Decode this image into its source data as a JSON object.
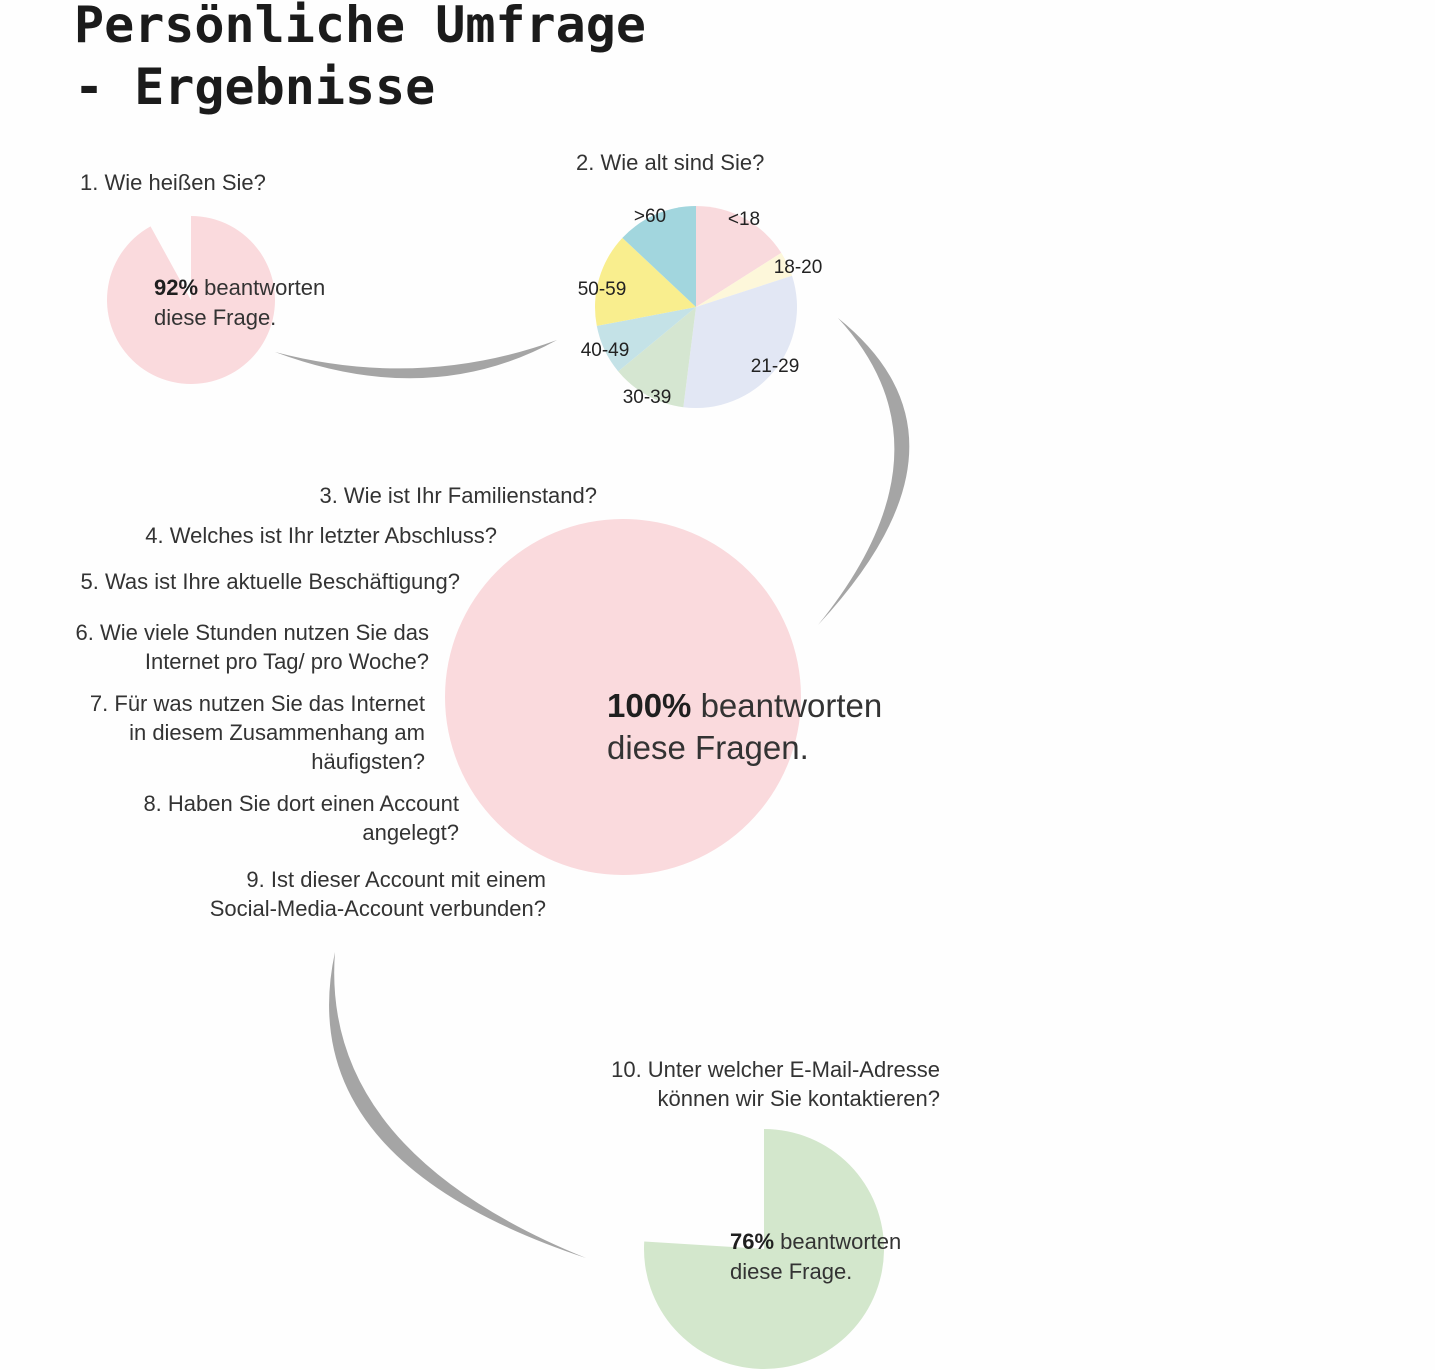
{
  "title": {
    "line1": "Persönliche Umfrage",
    "line2": "- Ergebnisse"
  },
  "questions": {
    "q1": "1. Wie heißen Sie?",
    "q2": "2. Wie alt sind Sie?",
    "q3": "3. Wie ist Ihr Familienstand?",
    "q4": "4. Welches ist Ihr letzter Abschluss?",
    "q5": "5. Was ist Ihre aktuelle Beschäftigung?",
    "q6_l1": "6. Wie viele Stunden nutzen Sie das",
    "q6_l2": "Internet pro Tag/ pro Woche?",
    "q7_l1": "7. Für was nutzen Sie das Internet",
    "q7_l2": "in diesem Zusammenhang am",
    "q7_l3": "häufigsten?",
    "q8_l1": "8. Haben Sie dort einen Account",
    "q8_l2": "angelegt?",
    "q9_l1": "9. Ist dieser Account mit einem",
    "q9_l2": "Social-Media-Account verbunden?",
    "q10_l1": "10. Unter welcher E-Mail-Adresse",
    "q10_l2": "können wir Sie kontaktieren?"
  },
  "answers": {
    "a1_pct": "92%",
    "a1_rest1": " beantworten",
    "a1_rest2": "diese Frage.",
    "a2_pct": "100%",
    "a2_rest1": " beantworten",
    "a2_rest2": "diese Fragen.",
    "a3_pct": "76%",
    "a3_rest1": " beantworten",
    "a3_rest2": "diese Frage."
  },
  "colors": {
    "pink": "#fadadd",
    "green": "#d3e7cc",
    "arrow": "#a5a5a5"
  },
  "chart_data": [
    {
      "type": "pie",
      "title": "1. Wie heißen Sie?",
      "values": [
        92,
        8
      ],
      "categories": [
        "beantworten",
        ""
      ],
      "colors": [
        "#fadadd",
        "#fefefe"
      ]
    },
    {
      "type": "pie",
      "title": "2. Wie alt sind Sie?",
      "categories": [
        "<18",
        "18-20",
        "21-29",
        "30-39",
        "40-49",
        "50-59",
        ">60"
      ],
      "values": [
        16,
        4,
        32,
        12,
        8,
        15,
        13
      ],
      "colors": [
        "#f9dadd",
        "#fdf7da",
        "#e2e7f4",
        "#d5e6d1",
        "#c4e2e7",
        "#f9ee8e",
        "#a2d6de"
      ]
    },
    {
      "type": "pie",
      "title": "3.–9.",
      "values": [
        100
      ],
      "categories": [
        "beantworten"
      ],
      "colors": [
        "#fadadd"
      ]
    },
    {
      "type": "pie",
      "title": "10. Unter welcher E-Mail-Adresse können wir Sie kontaktieren?",
      "values": [
        76,
        24
      ],
      "categories": [
        "beantworten",
        ""
      ],
      "colors": [
        "#d3e7cc",
        "#fefefe"
      ]
    }
  ]
}
